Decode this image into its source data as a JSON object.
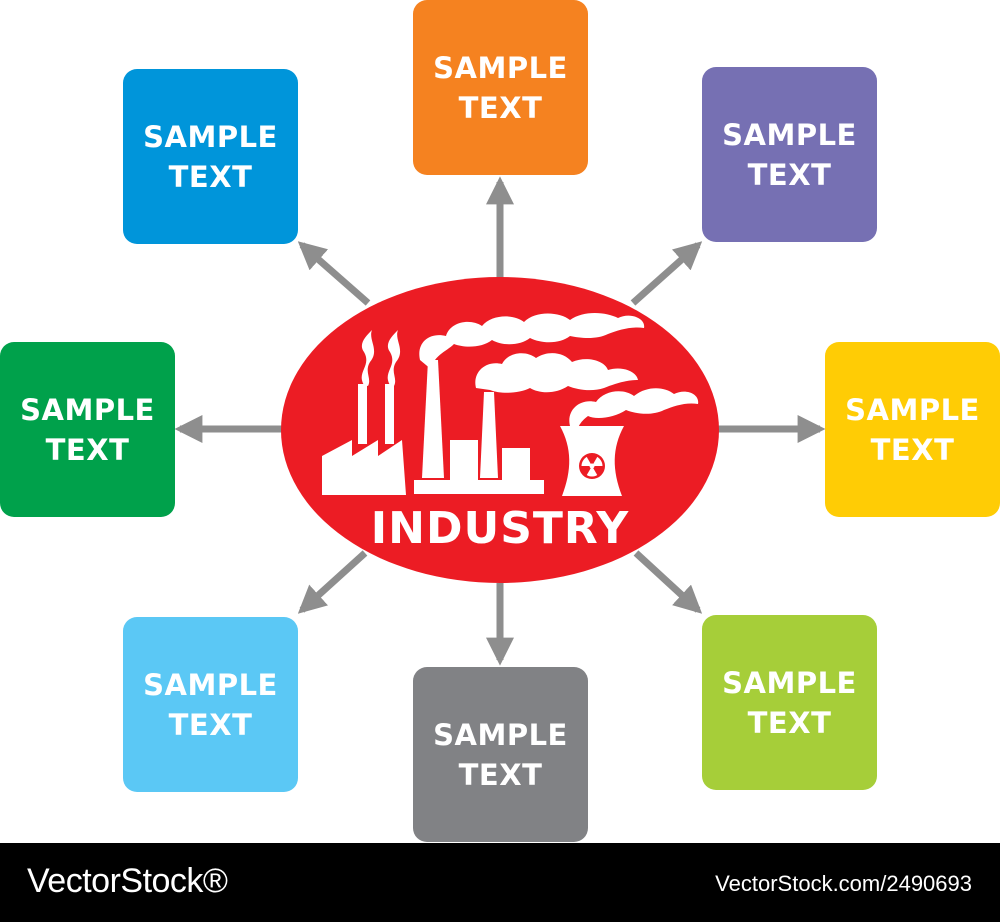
{
  "diagram": {
    "hub": {
      "label": "INDUSTRY",
      "fill": "#ec1c24",
      "icon": "factory-with-smokestacks-and-nuclear-cooling-tower-icon"
    },
    "arrow_color": "#8e8e8e",
    "nodes": {
      "n": {
        "line1": "SAMPLE",
        "line2": "TEXT",
        "color": "#f58220"
      },
      "nw": {
        "line1": "SAMPLE",
        "line2": "TEXT",
        "color": "#0095da"
      },
      "ne": {
        "line1": "SAMPLE",
        "line2": "TEXT",
        "color": "#7670b3"
      },
      "w": {
        "line1": "SAMPLE",
        "line2": "TEXT",
        "color": "#00a14b"
      },
      "e": {
        "line1": "SAMPLE",
        "line2": "TEXT",
        "color": "#ffcc05"
      },
      "sw": {
        "line1": "SAMPLE",
        "line2": "TEXT",
        "color": "#5bc8f5"
      },
      "s": {
        "line1": "SAMPLE",
        "line2": "TEXT",
        "color": "#818285"
      },
      "se": {
        "line1": "SAMPLE",
        "line2": "TEXT",
        "color": "#a6ce39"
      }
    }
  },
  "footer": {
    "brand": "VectorStock®",
    "reference": "VectorStock.com/2490693"
  }
}
